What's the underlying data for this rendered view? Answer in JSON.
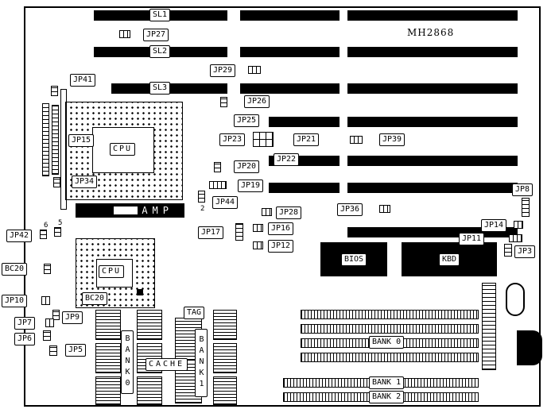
{
  "board": {
    "model": "MH2868"
  },
  "slots": {
    "sl1": "SL1",
    "sl2": "SL2",
    "sl3": "SL3"
  },
  "jumpers": {
    "jp27": "JP27",
    "jp29": "JP29",
    "jp41": "JP41",
    "jp26": "JP26",
    "jp25": "JP25",
    "jp23": "JP23",
    "jp21": "JP21",
    "jp39": "JP39",
    "jp20": "JP20",
    "jp22": "JP22",
    "jp19": "JP19",
    "jp44": "JP44",
    "jp28": "JP28",
    "jp36": "JP36",
    "jp8": "JP8",
    "jp17": "JP17",
    "jp16": "JP16",
    "jp12": "JP12",
    "jp14": "JP14",
    "jp11": "JP11",
    "jp3": "JP3",
    "jp42": "JP42",
    "jp15": "JP15",
    "jp34": "JP34",
    "jp10": "JP10",
    "jp9": "JP9",
    "jp7": "JP7",
    "jp6": "JP6",
    "jp5": "JP5",
    "bc20_left": "BC20",
    "bc20_socket": "BC20"
  },
  "chips": {
    "cpu1": "CPU",
    "cpu2": "CPU",
    "amp": "AMP",
    "bios": "BIOS",
    "kbd": "KBD",
    "tag": "TAG",
    "cache": "CACHE"
  },
  "memory": {
    "cache_bank0": "BANK0",
    "cache_bank1": "BANK1",
    "bank0": "BANK 0",
    "bank1": "BANK 1",
    "bank2": "BANK 2"
  },
  "pins": {
    "jp44_pin": "2",
    "jp42_pin6": "6",
    "jp42_pin5": "5"
  }
}
